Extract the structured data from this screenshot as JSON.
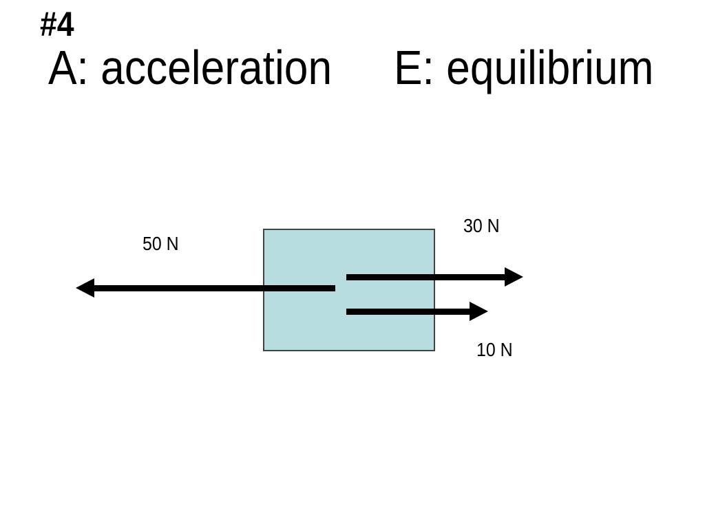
{
  "slide": {
    "number": "#4",
    "title_left": "A: acceleration",
    "title_right": "E: equilibrium"
  },
  "diagram": {
    "forces": [
      {
        "label": "50 N",
        "magnitude_n": 50,
        "direction": "left"
      },
      {
        "label": "30 N",
        "magnitude_n": 30,
        "direction": "right"
      },
      {
        "label": "10 N",
        "magnitude_n": 10,
        "direction": "right"
      }
    ],
    "colors": {
      "background": "#ffffff",
      "text": "#000000",
      "box_fill": "#b8dde0",
      "box_border": "#3c4444",
      "arrow": "#000000"
    }
  }
}
